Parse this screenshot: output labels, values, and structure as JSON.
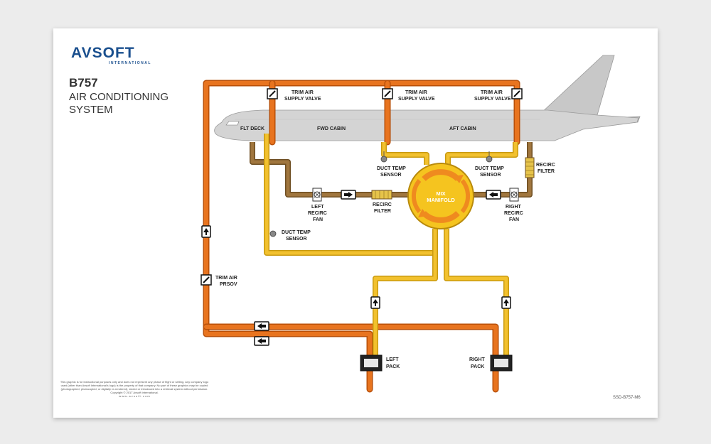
{
  "brand": {
    "name": "AVSOFT",
    "sub": "INTERNATIONAL"
  },
  "title": {
    "model": "B757",
    "line1": "AIR CONDITIONING",
    "line2": "SYSTEM"
  },
  "labels": {
    "trim_valve_fwd": [
      "TRIM AIR",
      "SUPPLY VALVE"
    ],
    "trim_valve_mid": [
      "TRIM AIR",
      "SUPPLY VALVE"
    ],
    "trim_valve_aft": [
      "TRIM AIR",
      "SUPPLY VALVE"
    ],
    "flt_deck": "FLT DECK",
    "fwd_cabin": "FWD CABIN",
    "aft_cabin": "AFT CABIN",
    "duct_sensor_left": [
      "DUCT TEMP",
      "SENSOR"
    ],
    "duct_sensor_right": [
      "DUCT TEMP",
      "SENSOR"
    ],
    "duct_sensor_lower": [
      "DUCT TEMP",
      "SENSOR"
    ],
    "recirc_filter_right": [
      "RECIRC",
      "FILTER"
    ],
    "recirc_filter_left": [
      "RECIRC",
      "FILTER"
    ],
    "left_recirc_fan": [
      "LEFT",
      "RECIRC",
      "FAN"
    ],
    "right_recirc_fan": [
      "RIGHT",
      "RECIRC",
      "FAN"
    ],
    "mix_manifold": [
      "MIX",
      "MANIFOLD"
    ],
    "trim_air_prsov": [
      "TRIM AIR",
      "PRSOV"
    ],
    "left_pack": [
      "LEFT",
      "PACK"
    ],
    "right_pack": [
      "RIGHT",
      "PACK"
    ]
  },
  "footer": {
    "copyright": "This graphic is for instructional purposes only and does not represent any phase of flight or setting. Any company logo used (other than Avsoft International's logo) is the property of that company. No part of these graphics may be copied (photographed, photocopied, or digitally re-rendered), stored or introduced into a retrieval system without permission. Copyright © 2017 Avsoft International.",
    "website": "w w w . a v s o f t . c o m",
    "doc_id": "SSD-B757-M6"
  },
  "colors": {
    "hot": "#e8741f",
    "hot_edge": "#b8500a",
    "cond": "#f2c12e",
    "cond_edge": "#c99a10",
    "recirc": "#a0763e",
    "recirc_edge": "#6e4e22",
    "fuselage": "#d4d4d4"
  }
}
